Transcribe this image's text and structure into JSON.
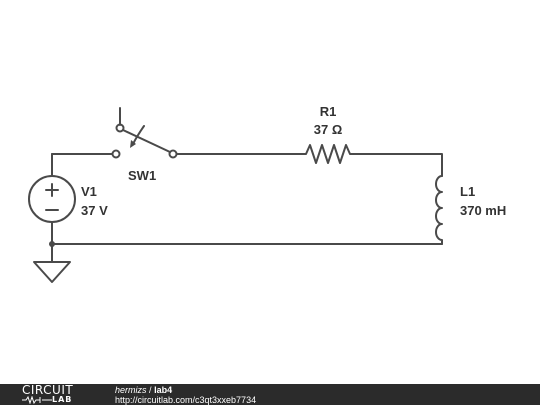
{
  "circuit": {
    "switch": {
      "ref": "SW1"
    },
    "source": {
      "ref": "V1",
      "value": "37 V",
      "plus_symbol": "+",
      "minus_symbol": "−"
    },
    "resistor": {
      "ref": "R1",
      "value": "37 Ω"
    },
    "inductor": {
      "ref": "L1",
      "value": "370 mH"
    },
    "wire_color": "#4a4a4a",
    "label_color": "#333333"
  },
  "footer": {
    "logo_top": "CIRCUIT",
    "logo_bottom": "LAB",
    "user": "hermizs",
    "separator": "/",
    "project": "lab4",
    "url": "http://circuitlab.com/c3qt3xxeb7734",
    "background": "#2b2b2b"
  }
}
